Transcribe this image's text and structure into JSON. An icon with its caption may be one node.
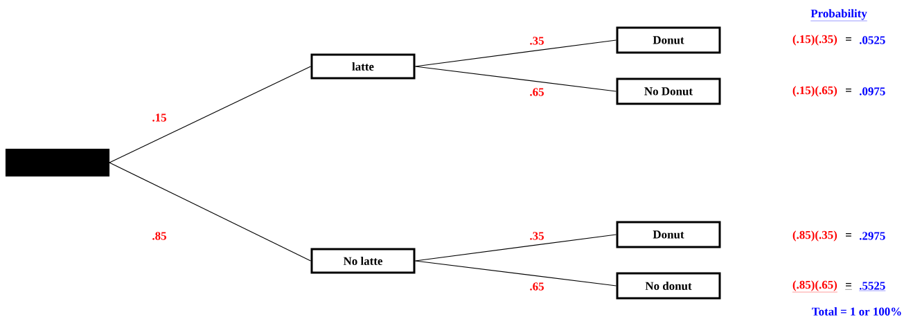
{
  "diagram": {
    "nodes": [
      {
        "text": [],
        "shape": "box"
      },
      {
        "text": [
          "latte"
        ]
      },
      {
        "text": [
          "No latte"
        ]
      },
      {
        "text": [
          "Donut"
        ]
      },
      {
        "text": [
          "No Donut"
        ]
      },
      {
        "text": [
          "Donut"
        ]
      },
      {
        "text": [
          "No donut"
        ]
      }
    ],
    "edges": [
      {
        "from": 0,
        "to": 1,
        "arrow": "none",
        "label": ".15"
      },
      {
        "from": 0,
        "to": 2,
        "arrow": "none",
        "label": ".85"
      },
      {
        "from": 1,
        "to": 3,
        "arrow": "none",
        "label": ".35"
      },
      {
        "from": 1,
        "to": 4,
        "arrow": "none",
        "label": ".65"
      },
      {
        "from": 2,
        "to": 5,
        "arrow": "none",
        "label": ".35"
      },
      {
        "from": 2,
        "to": 6,
        "arrow": "none",
        "label": ".65"
      }
    ],
    "labels": [
      "Probability",
      "(.15)(.35)",
      "=",
      ".0525",
      "(.15)(.65)",
      "=",
      ".0975",
      "(.85)(.35)",
      "=",
      ".2975",
      "(.85)(.65)",
      "=",
      ".5525",
      "Total = 1 or 100%"
    ]
  }
}
